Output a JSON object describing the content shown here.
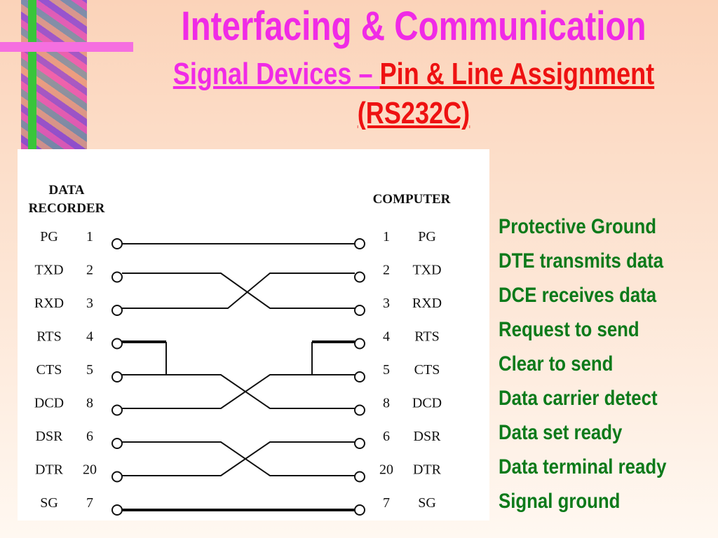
{
  "slide": {
    "title": "Interfacing & Communication",
    "subtitle_part1": "Signal Devices – ",
    "subtitle_part2": "Pin & Line Assignment",
    "subtitle_part3": "(RS232C)"
  },
  "diagram": {
    "left_header_line1": "DATA",
    "left_header_line2": "RECORDER",
    "right_header": "COMPUTER",
    "rows": [
      {
        "left_name": "PG",
        "left_pin": "1",
        "right_pin": "1",
        "right_name": "PG"
      },
      {
        "left_name": "TXD",
        "left_pin": "2",
        "right_pin": "2",
        "right_name": "TXD"
      },
      {
        "left_name": "RXD",
        "left_pin": "3",
        "right_pin": "3",
        "right_name": "RXD"
      },
      {
        "left_name": "RTS",
        "left_pin": "4",
        "right_pin": "4",
        "right_name": "RTS"
      },
      {
        "left_name": "CTS",
        "left_pin": "5",
        "right_pin": "5",
        "right_name": "CTS"
      },
      {
        "left_name": "DCD",
        "left_pin": "8",
        "right_pin": "8",
        "right_name": "DCD"
      },
      {
        "left_name": "DSR",
        "left_pin": "6",
        "right_pin": "6",
        "right_name": "DSR"
      },
      {
        "left_name": "DTR",
        "left_pin": "20",
        "right_pin": "20",
        "right_name": "DTR"
      },
      {
        "left_name": "SG",
        "left_pin": "7",
        "right_pin": "7",
        "right_name": "SG"
      }
    ]
  },
  "descriptions": [
    "Protective Ground",
    "DTE transmits data",
    "DCE receives data",
    "Request to send",
    "Clear to send",
    "Data carrier detect",
    "Data set ready",
    "Data terminal ready",
    "Signal ground"
  ],
  "colors": {
    "title": "#f02ae6",
    "subtitle_accent": "#ee1111",
    "descriptions": "#0c7a1a"
  }
}
